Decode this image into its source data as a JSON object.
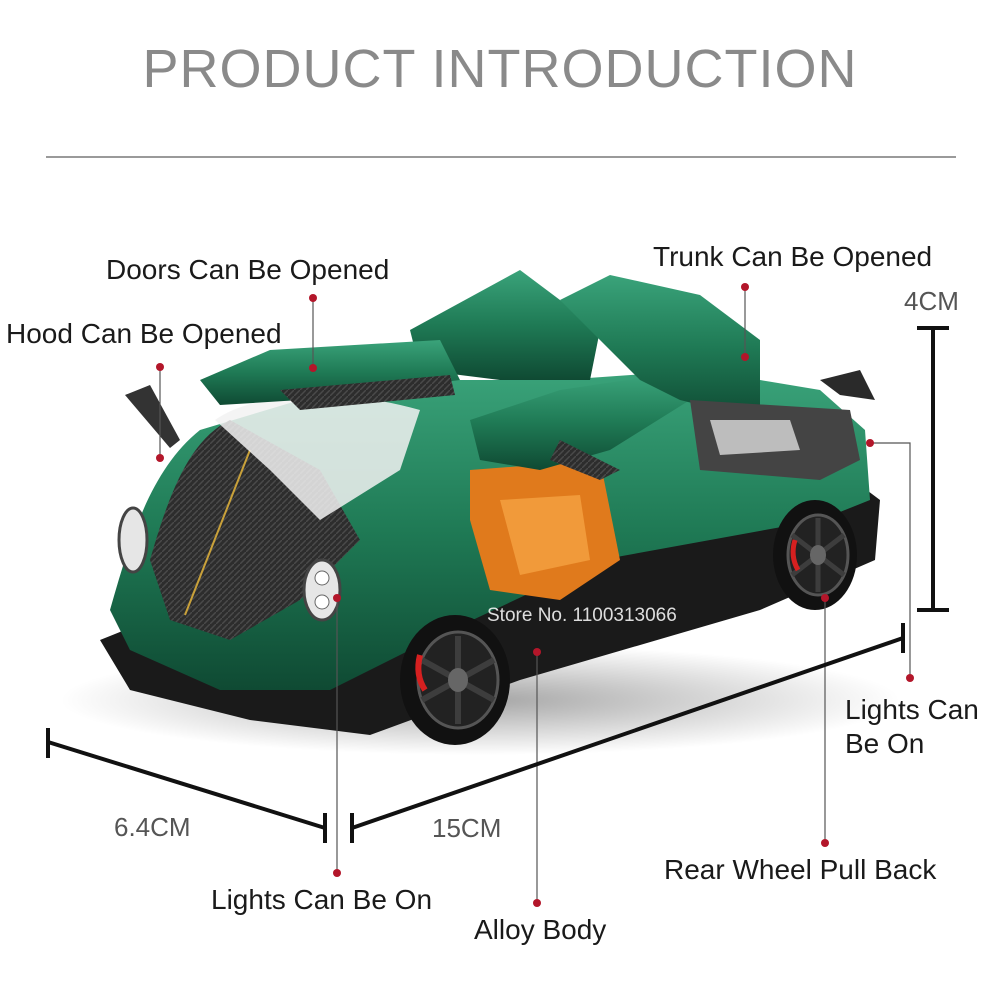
{
  "title": "PRODUCT INTRODUCTION",
  "features": {
    "doors": "Doors Can Be Opened",
    "trunk": "Trunk Can Be Opened",
    "hood": "Hood Can Be Opened",
    "lights_right": "Lights Can\nBe On",
    "lights_bottom": "Lights Can Be On",
    "alloy": "Alloy Body",
    "pull_back": "Rear Wheel Pull Back"
  },
  "dimensions": {
    "height": "4CM",
    "width": "6.4CM",
    "length": "15CM"
  },
  "watermark": "Store No. 1100313066",
  "colors": {
    "car_body": "#1f7a55",
    "interior": "#e07a1c",
    "carbon": "#3a3a3a",
    "dot": "#b3162a"
  }
}
